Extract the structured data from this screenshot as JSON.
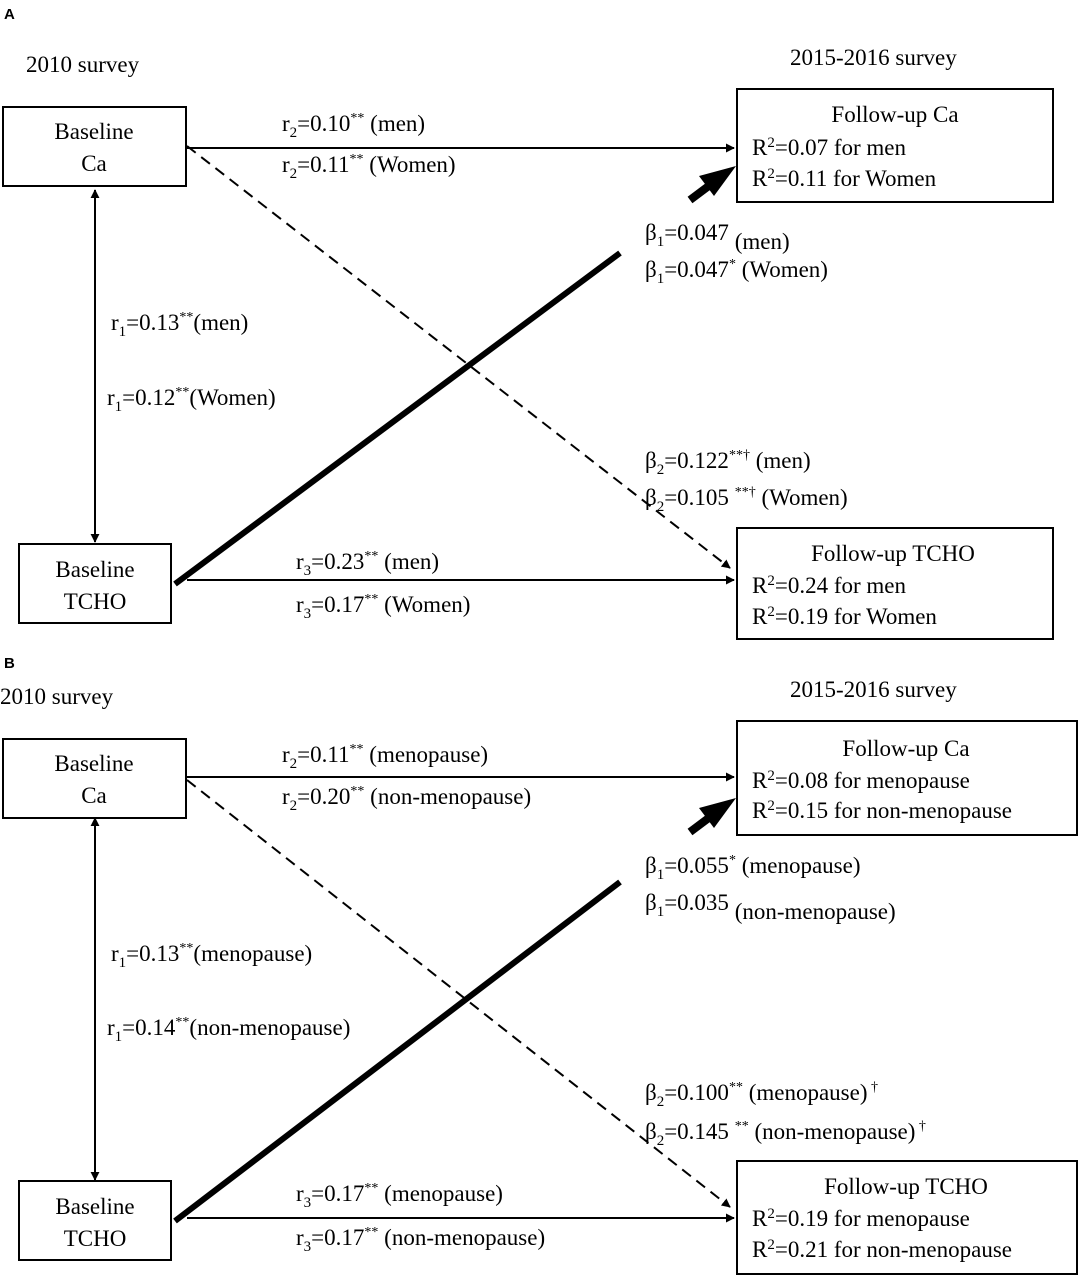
{
  "panels": [
    {
      "id": "A",
      "letter": "A",
      "left_survey": "2010 survey",
      "right_survey": "2015-2016 survey",
      "baseline_ca": [
        "Baseline",
        "Ca"
      ],
      "baseline_tcho": [
        "Baseline",
        "TCHO"
      ],
      "followup_ca": {
        "title": "Follow-up  Ca",
        "r2_lines": [
          {
            "value": "=0.07 for men"
          },
          {
            "value": "=0.11 for Women"
          }
        ]
      },
      "followup_tcho": {
        "title": "Follow-up  TCHO",
        "r2_lines": [
          {
            "value": "=0.24 for men"
          },
          {
            "value": "=0.19 for Women"
          }
        ]
      },
      "r2": [
        {
          "val": "=0.10",
          "sup": "**",
          "grp": " (men)"
        },
        {
          "val": "=0.11",
          "sup": "**",
          "grp": " (Women)"
        }
      ],
      "r1": [
        {
          "val": "=0.13",
          "sup": "**",
          "grp": "(men)"
        },
        {
          "val": "=0.12",
          "sup": "**",
          "grp": "(Women)"
        }
      ],
      "r3": [
        {
          "val": "=0.23",
          "sup": "**",
          "grp": " (men)"
        },
        {
          "val": "=0.17",
          "sup": "**",
          "grp": " (Women)"
        }
      ],
      "beta1": [
        {
          "val": "=0.047",
          "sup": "",
          "grp": "   (men)"
        },
        {
          "val": "=0.047",
          "sup": "*",
          "grp": " (Women)"
        }
      ],
      "beta2": [
        {
          "val": "=0.122",
          "sup": "**†",
          "grp": " (men)"
        },
        {
          "val": "=0.105 ",
          "sup": "**†",
          "grp": " (Women)"
        }
      ]
    },
    {
      "id": "B",
      "letter": "B",
      "left_survey": "2010 survey",
      "right_survey": "2015-2016 survey",
      "baseline_ca": [
        "Baseline",
        "Ca"
      ],
      "baseline_tcho": [
        "Baseline",
        "TCHO"
      ],
      "followup_ca": {
        "title": "Follow-up  Ca",
        "r2_lines": [
          {
            "value": "=0.08 for menopause"
          },
          {
            "value": "=0.15 for non-menopause"
          }
        ]
      },
      "followup_tcho": {
        "title": "Follow-up  TCHO",
        "r2_lines": [
          {
            "value": "=0.19 for menopause"
          },
          {
            "value": "=0.21 for non-menopause"
          }
        ]
      },
      "r2": [
        {
          "val": "=0.11",
          "sup": "**",
          "grp": " (menopause)"
        },
        {
          "val": "=0.20",
          "sup": "**",
          "grp": " (non-menopause)"
        }
      ],
      "r1": [
        {
          "val": "=0.13",
          "sup": "**",
          "grp": "(menopause)"
        },
        {
          "val": "=0.14",
          "sup": "**",
          "grp": "(non-menopause)"
        }
      ],
      "r3": [
        {
          "val": "=0.17",
          "sup": "**",
          "grp": " (menopause)"
        },
        {
          "val": "=0.17",
          "sup": "**",
          "grp": " (non-menopause)"
        }
      ],
      "beta1": [
        {
          "val": "=0.055",
          "sup": "*",
          "grp": " (menopause)"
        },
        {
          "val": "=0.035",
          "sup": "",
          "grp": "  (non-menopause)"
        }
      ],
      "beta2": [
        {
          "val": "=0.100",
          "sup": "**",
          "grp": " (menopause)",
          "tail": " †"
        },
        {
          "val": "=0.145 ",
          "sup": "**",
          "grp": " (non-menopause)",
          "tail": " †"
        }
      ]
    }
  ]
}
